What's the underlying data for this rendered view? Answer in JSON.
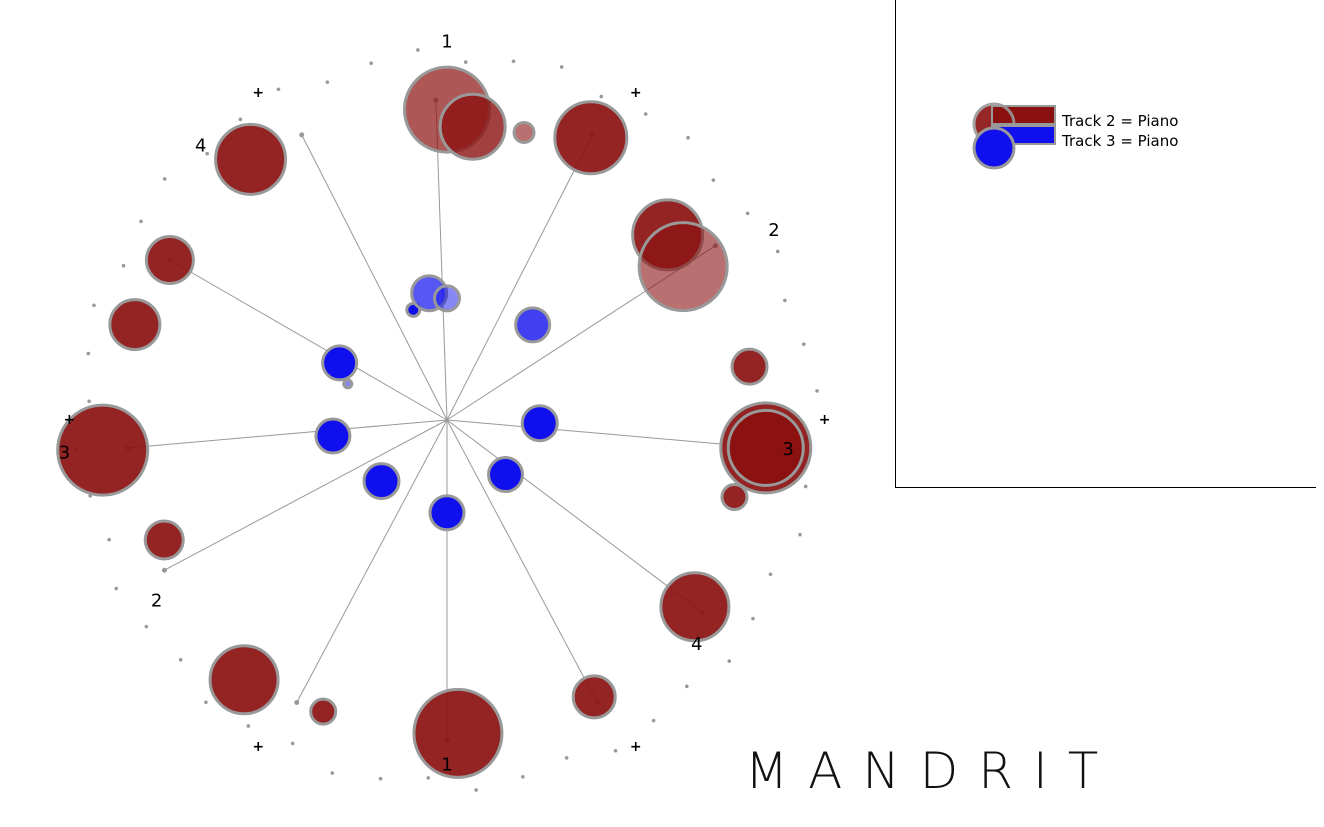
{
  "chart_data": {
    "type": "radial-bubble",
    "title": "MANDRIT",
    "legend": [
      {
        "label": "Track 2 = Piano",
        "color": "#8b1010"
      },
      {
        "label": "Track 3 = Piano",
        "color": "#1010ee"
      }
    ],
    "colors": {
      "track2": "#8b1010",
      "track3": "#1010ee",
      "outline": "#999999",
      "spoke": "#999999"
    },
    "beat_labels": [
      "1",
      "2",
      "3",
      "4",
      "1",
      "2",
      "3",
      "4"
    ],
    "subdivision_marker": "+",
    "series": [
      {
        "name": "Track 2 = Piano",
        "notes": [
          {
            "angle": 0,
            "r": 0.97,
            "size": 0.85,
            "opacity": 0.7
          },
          {
            "angle": 5,
            "r": 0.92,
            "size": 0.65,
            "opacity": 0.8
          },
          {
            "angle": 15,
            "r": 0.93,
            "size": 0.2,
            "opacity": 0.6
          },
          {
            "angle": 27,
            "r": 0.99,
            "size": 0.72
          },
          {
            "angle": 50,
            "r": 0.9,
            "size": 0.7
          },
          {
            "angle": 57,
            "r": 0.88,
            "size": 0.88,
            "opacity": 0.6
          },
          {
            "angle": 80,
            "r": 0.96,
            "size": 0.35
          },
          {
            "angle": 95,
            "r": 1.0,
            "size": 0.9
          },
          {
            "angle": 95,
            "r": 1.0,
            "size": 0.75
          },
          {
            "angle": 105,
            "r": 0.93,
            "size": 0.25
          },
          {
            "angle": 127,
            "r": 0.97,
            "size": 0.68
          },
          {
            "angle": 152,
            "r": 0.98,
            "size": 0.42
          },
          {
            "angle": 178,
            "r": 0.98,
            "size": 0.88
          },
          {
            "angle": 203,
            "r": 0.99,
            "size": 0.25
          },
          {
            "angle": 218,
            "r": 1.03,
            "size": 0.68
          },
          {
            "angle": 247,
            "r": 0.96,
            "size": 0.38
          },
          {
            "angle": 265,
            "r": 1.08,
            "size": 0.9
          },
          {
            "angle": 287,
            "r": 1.02,
            "size": 0.5
          },
          {
            "angle": 300,
            "r": 1.0,
            "size": 0.47
          },
          {
            "angle": 323,
            "r": 1.02,
            "size": 0.7
          }
        ]
      },
      {
        "name": "Track 3 = Piano",
        "notes": [
          {
            "angle": -17,
            "r": 0.36,
            "size": 0.13
          },
          {
            "angle": -8,
            "r": 0.4,
            "size": 0.35,
            "opacity": 0.7
          },
          {
            "angle": 0,
            "r": 0.38,
            "size": 0.25,
            "opacity": 0.5
          },
          {
            "angle": 42,
            "r": 0.4,
            "size": 0.34,
            "opacity": 0.8
          },
          {
            "angle": 92,
            "r": 0.29,
            "size": 0.35
          },
          {
            "angle": 133,
            "r": 0.25,
            "size": 0.34
          },
          {
            "angle": 180,
            "r": 0.29,
            "size": 0.34
          },
          {
            "angle": 227,
            "r": 0.28,
            "size": 0.35
          },
          {
            "angle": 262,
            "r": 0.36,
            "size": 0.34
          },
          {
            "angle": 298,
            "r": 0.38,
            "size": 0.34
          },
          {
            "angle": 290,
            "r": 0.33,
            "size": 0.08,
            "opacity": 0.5
          }
        ]
      }
    ]
  }
}
